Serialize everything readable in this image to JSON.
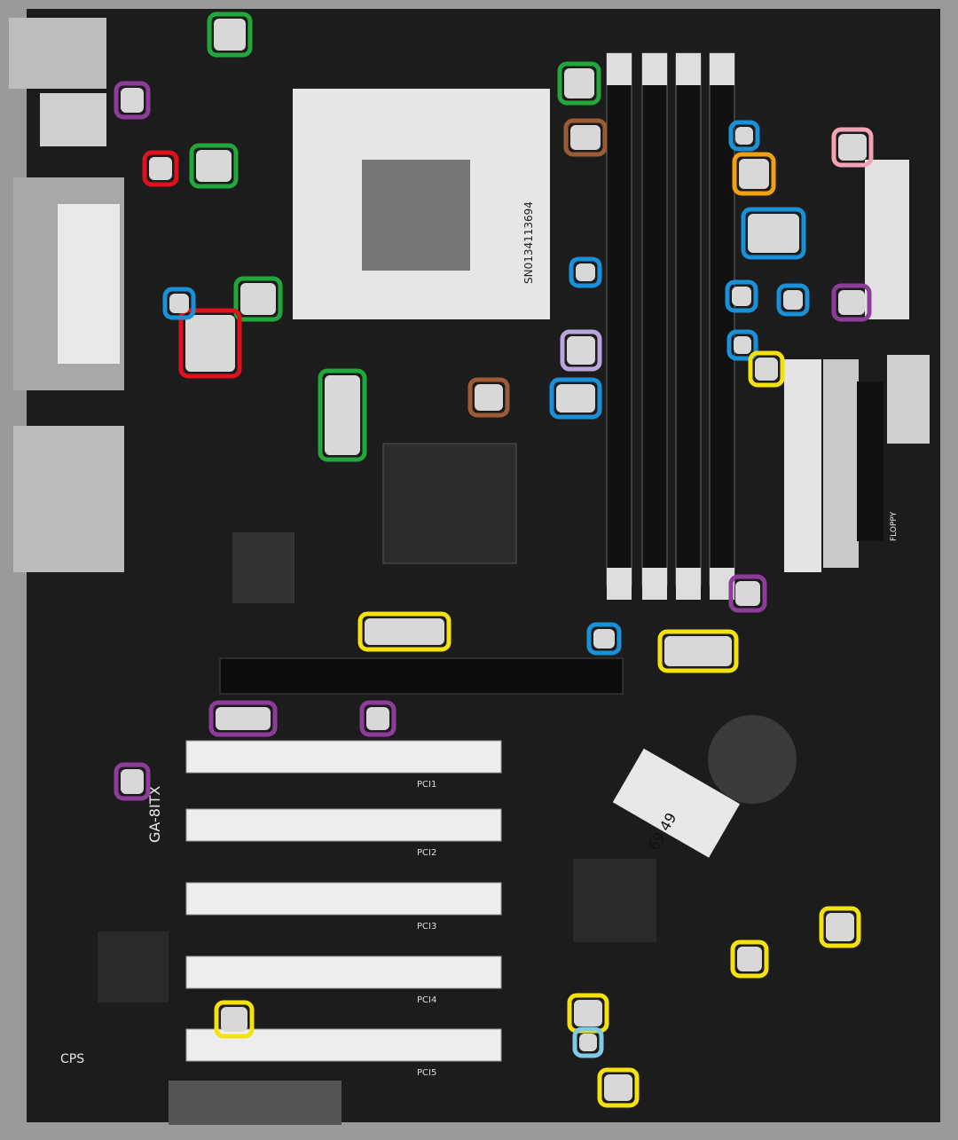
{
  "photo": {
    "subject": "motherboard",
    "board_labels": {
      "model": "GA-8ITX",
      "serial": "SN0134113694",
      "pci1": "PCI1",
      "pci2": "PCI2",
      "pci3": "PCI3",
      "pci4": "PCI4",
      "pci5": "PCI5",
      "cps": "CPS",
      "barcode": "69 49",
      "floppy": "FLOPPY"
    }
  },
  "markers": {
    "colors": {
      "green": "#22a83a",
      "red": "#e0111b",
      "purple": "#8e3c9a",
      "brown": "#9c5b34",
      "blue": "#1a90d8",
      "orange": "#f2a20f",
      "pink": "#f4a3b5",
      "lavender": "#b9a6dd",
      "yellow": "#f5e10b",
      "lightblue": "#7fcbe6"
    },
    "counts": {
      "green": 5,
      "red": 2,
      "purple": 6,
      "brown": 2,
      "blue": 9,
      "orange": 1,
      "pink": 1,
      "lavender": 1,
      "yellow": 8,
      "lightblue": 1
    }
  }
}
